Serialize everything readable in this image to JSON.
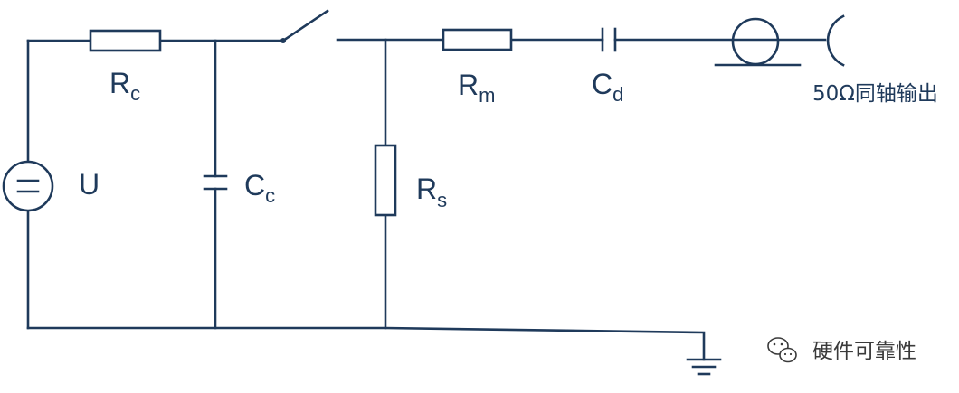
{
  "diagram": {
    "title": "",
    "labels": {
      "rc": {
        "main": "R",
        "sub": "c"
      },
      "cc": {
        "main": "C",
        "sub": "c"
      },
      "rs": {
        "main": "R",
        "sub": "s"
      },
      "rm": {
        "main": "R",
        "sub": "m"
      },
      "cd": {
        "main": "C",
        "sub": "d"
      },
      "u": "U",
      "output": "50Ω同轴输出"
    },
    "icons": {
      "voltage_source": "dc-voltage-source-icon",
      "switch": "switch-icon",
      "coax": "coaxial-connector-icon",
      "ground": "ground-icon",
      "watermark": "wechat-icon"
    },
    "watermark": "硬件可靠性",
    "colors": {
      "line": "#1f3a5b",
      "background": "#ffffff",
      "watermark": "#3a3a3a"
    }
  }
}
